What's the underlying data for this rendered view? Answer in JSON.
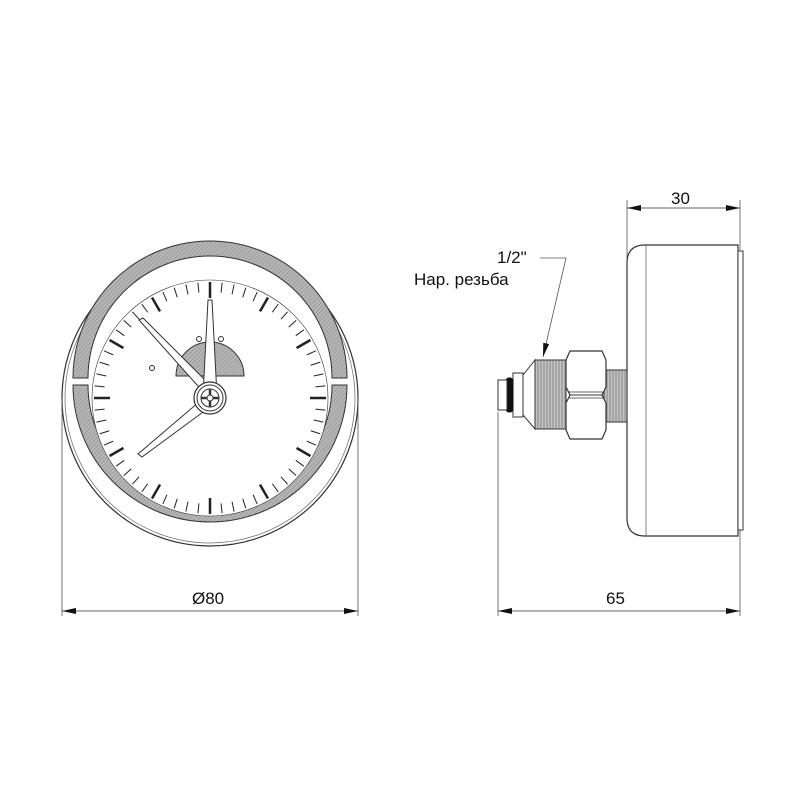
{
  "drawing": {
    "subject": "Gauge with clock-style dial and rear 1/2\" connection",
    "front_view": {
      "diameter_label": "Ø80",
      "hands": [
        "long hand pointing up",
        "medium hand pointing upper-left",
        "short hand pointing lower-left"
      ]
    },
    "side_view": {
      "thread_size_label": "1/2\"",
      "thread_type_label": "Нар. резьба",
      "depth_label": "30",
      "overall_length_label": "65"
    },
    "colors": {
      "line": "#222222",
      "hatch_fill": "#a8a8a8",
      "background": "#ffffff"
    }
  }
}
